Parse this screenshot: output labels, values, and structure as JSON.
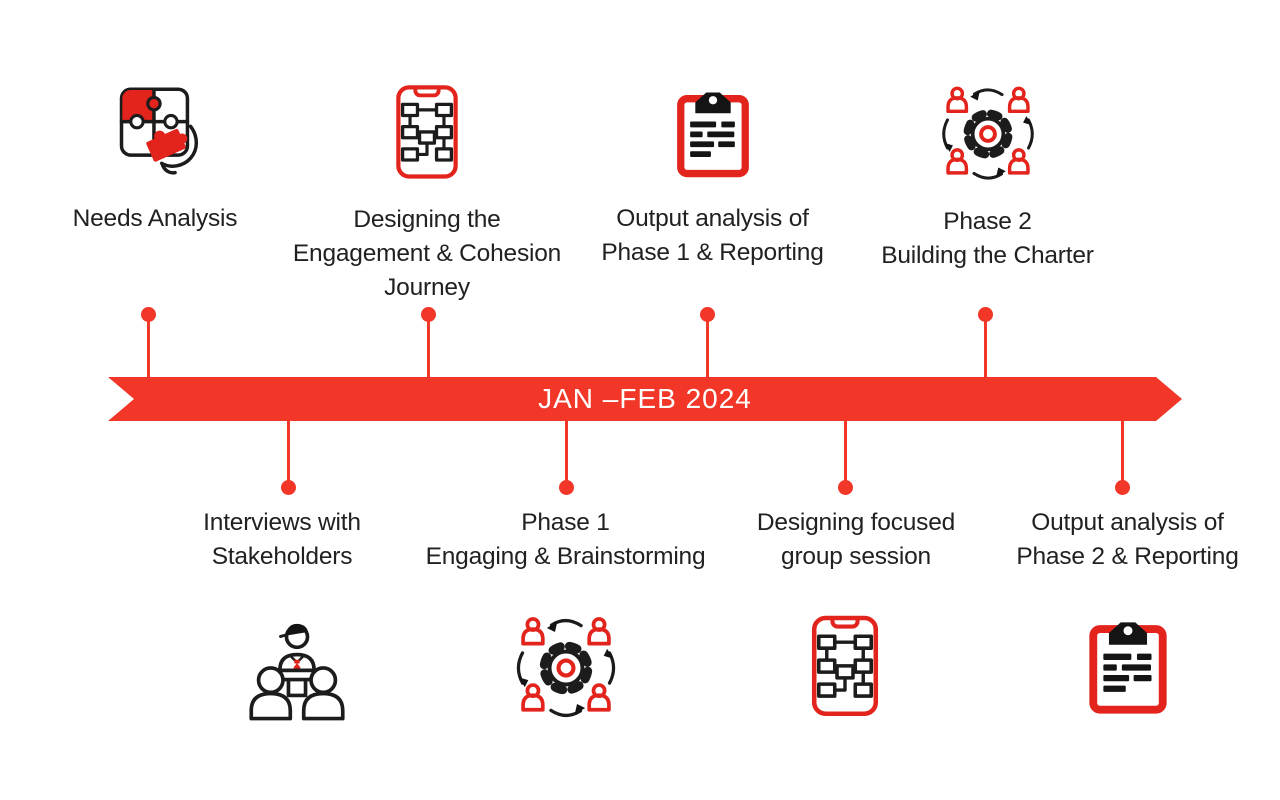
{
  "colors": {
    "accent": "#f23728",
    "icon-red": "#e2241d",
    "ink": "#1c1c1c",
    "text": "#212121",
    "bg": "#ffffff"
  },
  "banner": {
    "label": "JAN –FEB 2024"
  },
  "top_milestones": [
    {
      "label": "Needs Analysis",
      "icon": "puzzle-hand-icon"
    },
    {
      "label": "Designing the\nEngagement & Cohesion\nJourney",
      "icon": "flowchart-tablet-icon"
    },
    {
      "label": "Output analysis of\nPhase 1 & Reporting",
      "icon": "clipboard-report-icon"
    },
    {
      "label": "Phase 2\nBuilding the Charter",
      "icon": "people-gear-icon"
    }
  ],
  "bottom_milestones": [
    {
      "label": "Interviews with\nStakeholders",
      "icon": "meeting-icon"
    },
    {
      "label": "Phase 1\nEngaging & Brainstorming",
      "icon": "people-gear-icon"
    },
    {
      "label": "Designing focused\ngroup session",
      "icon": "flowchart-tablet-icon"
    },
    {
      "label": "Output analysis of\nPhase 2 & Reporting",
      "icon": "clipboard-report-icon"
    }
  ]
}
